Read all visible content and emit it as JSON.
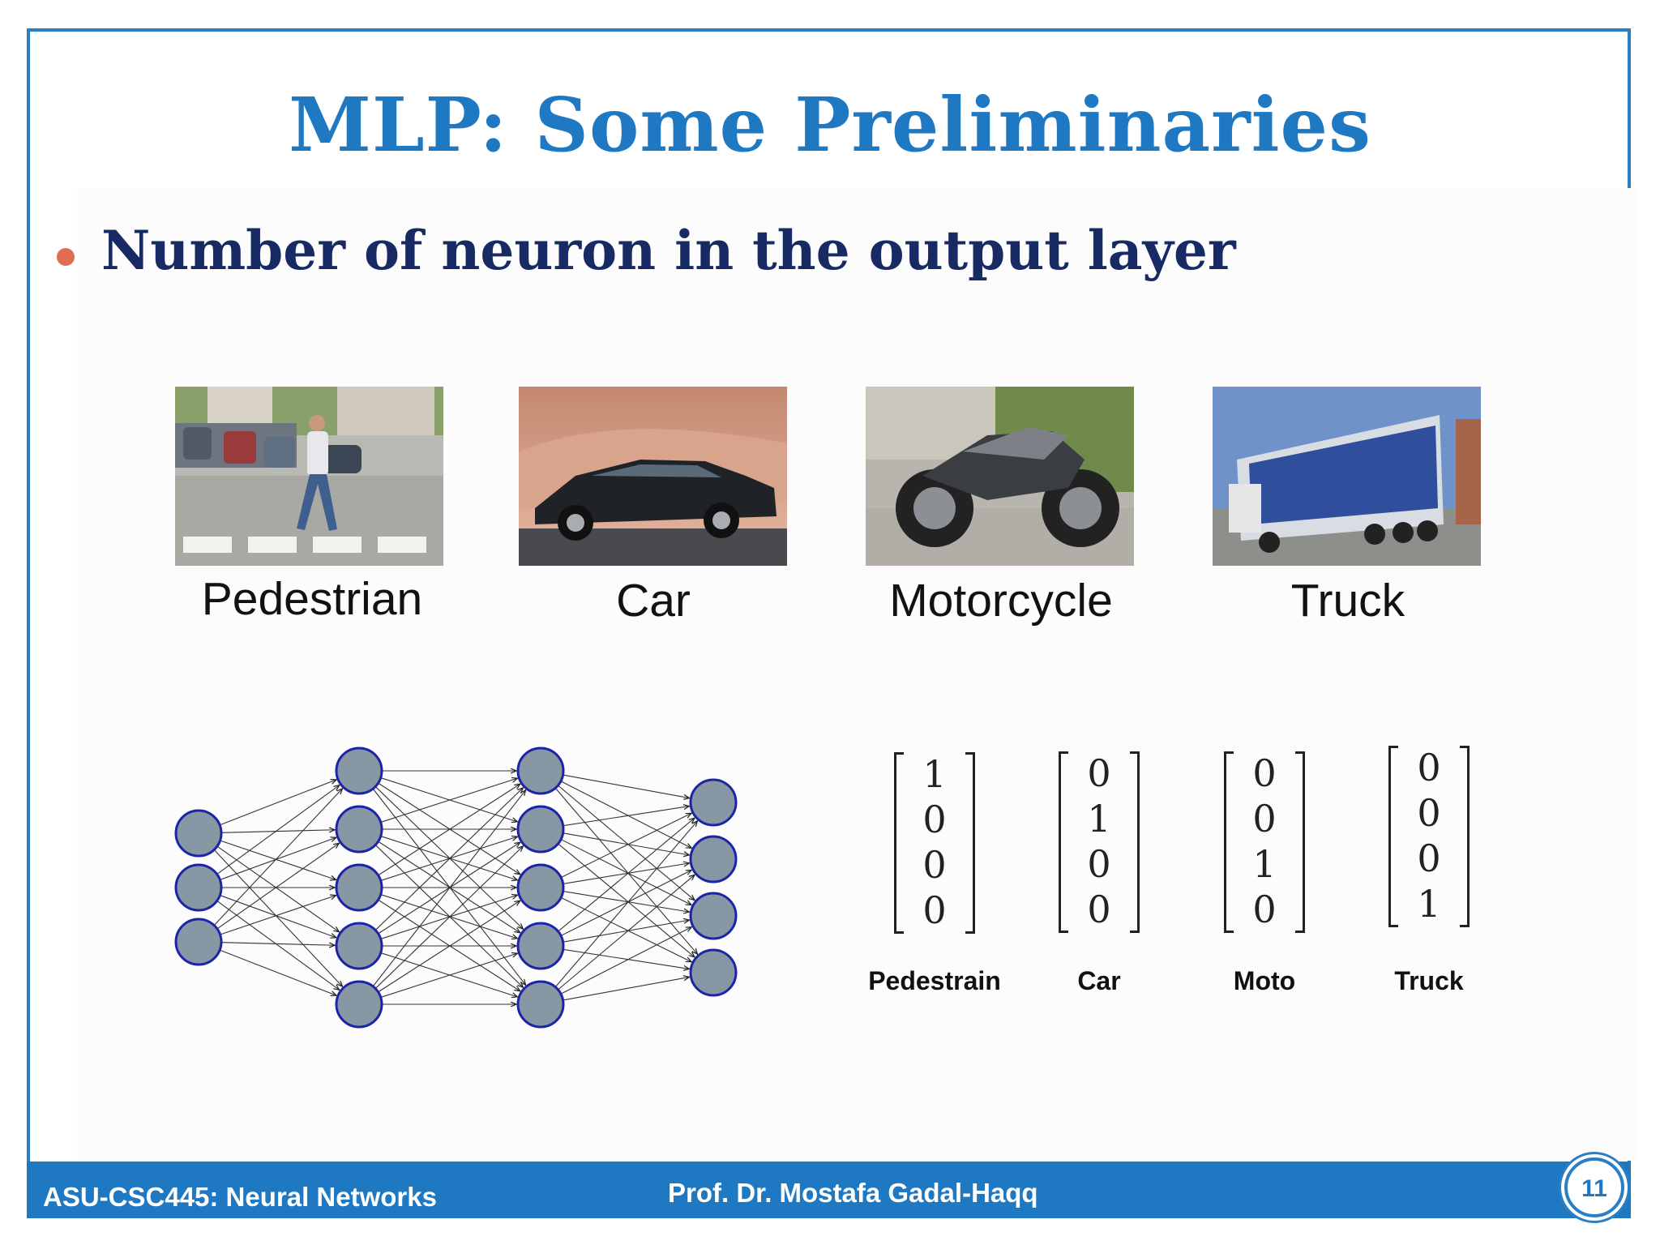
{
  "slide": {
    "title": "MLP: Some Preliminaries",
    "bullet": "Number of neuron in the output layer"
  },
  "classes": [
    {
      "label": "Pedestrian",
      "image": "pedestrian-photo"
    },
    {
      "label": "Car",
      "image": "car-photo"
    },
    {
      "label": "Motorcycle",
      "image": "motorcycle-photo"
    },
    {
      "label": "Truck",
      "image": "truck-photo"
    }
  ],
  "network": {
    "layers": [
      3,
      5,
      5,
      4
    ],
    "node_color": "#8797a3",
    "node_stroke": "#1c24a8"
  },
  "one_hot": [
    {
      "label": "Pedestrain",
      "values": [
        "1",
        "0",
        "0",
        "0"
      ]
    },
    {
      "label": "Car",
      "values": [
        "0",
        "1",
        "0",
        "0"
      ]
    },
    {
      "label": "Moto",
      "values": [
        "0",
        "0",
        "1",
        "0"
      ]
    },
    {
      "label": "Truck",
      "values": [
        "0",
        "0",
        "0",
        "1"
      ]
    }
  ],
  "footer": {
    "course": "ASU-CSC445: Neural Networks",
    "instructor": "Prof. Dr. Mostafa Gadal-Haqq",
    "page_number": "11"
  },
  "colors": {
    "accent": "#1f78c2",
    "bullet_text": "#172a63",
    "bullet_dot": "#e06c52"
  }
}
